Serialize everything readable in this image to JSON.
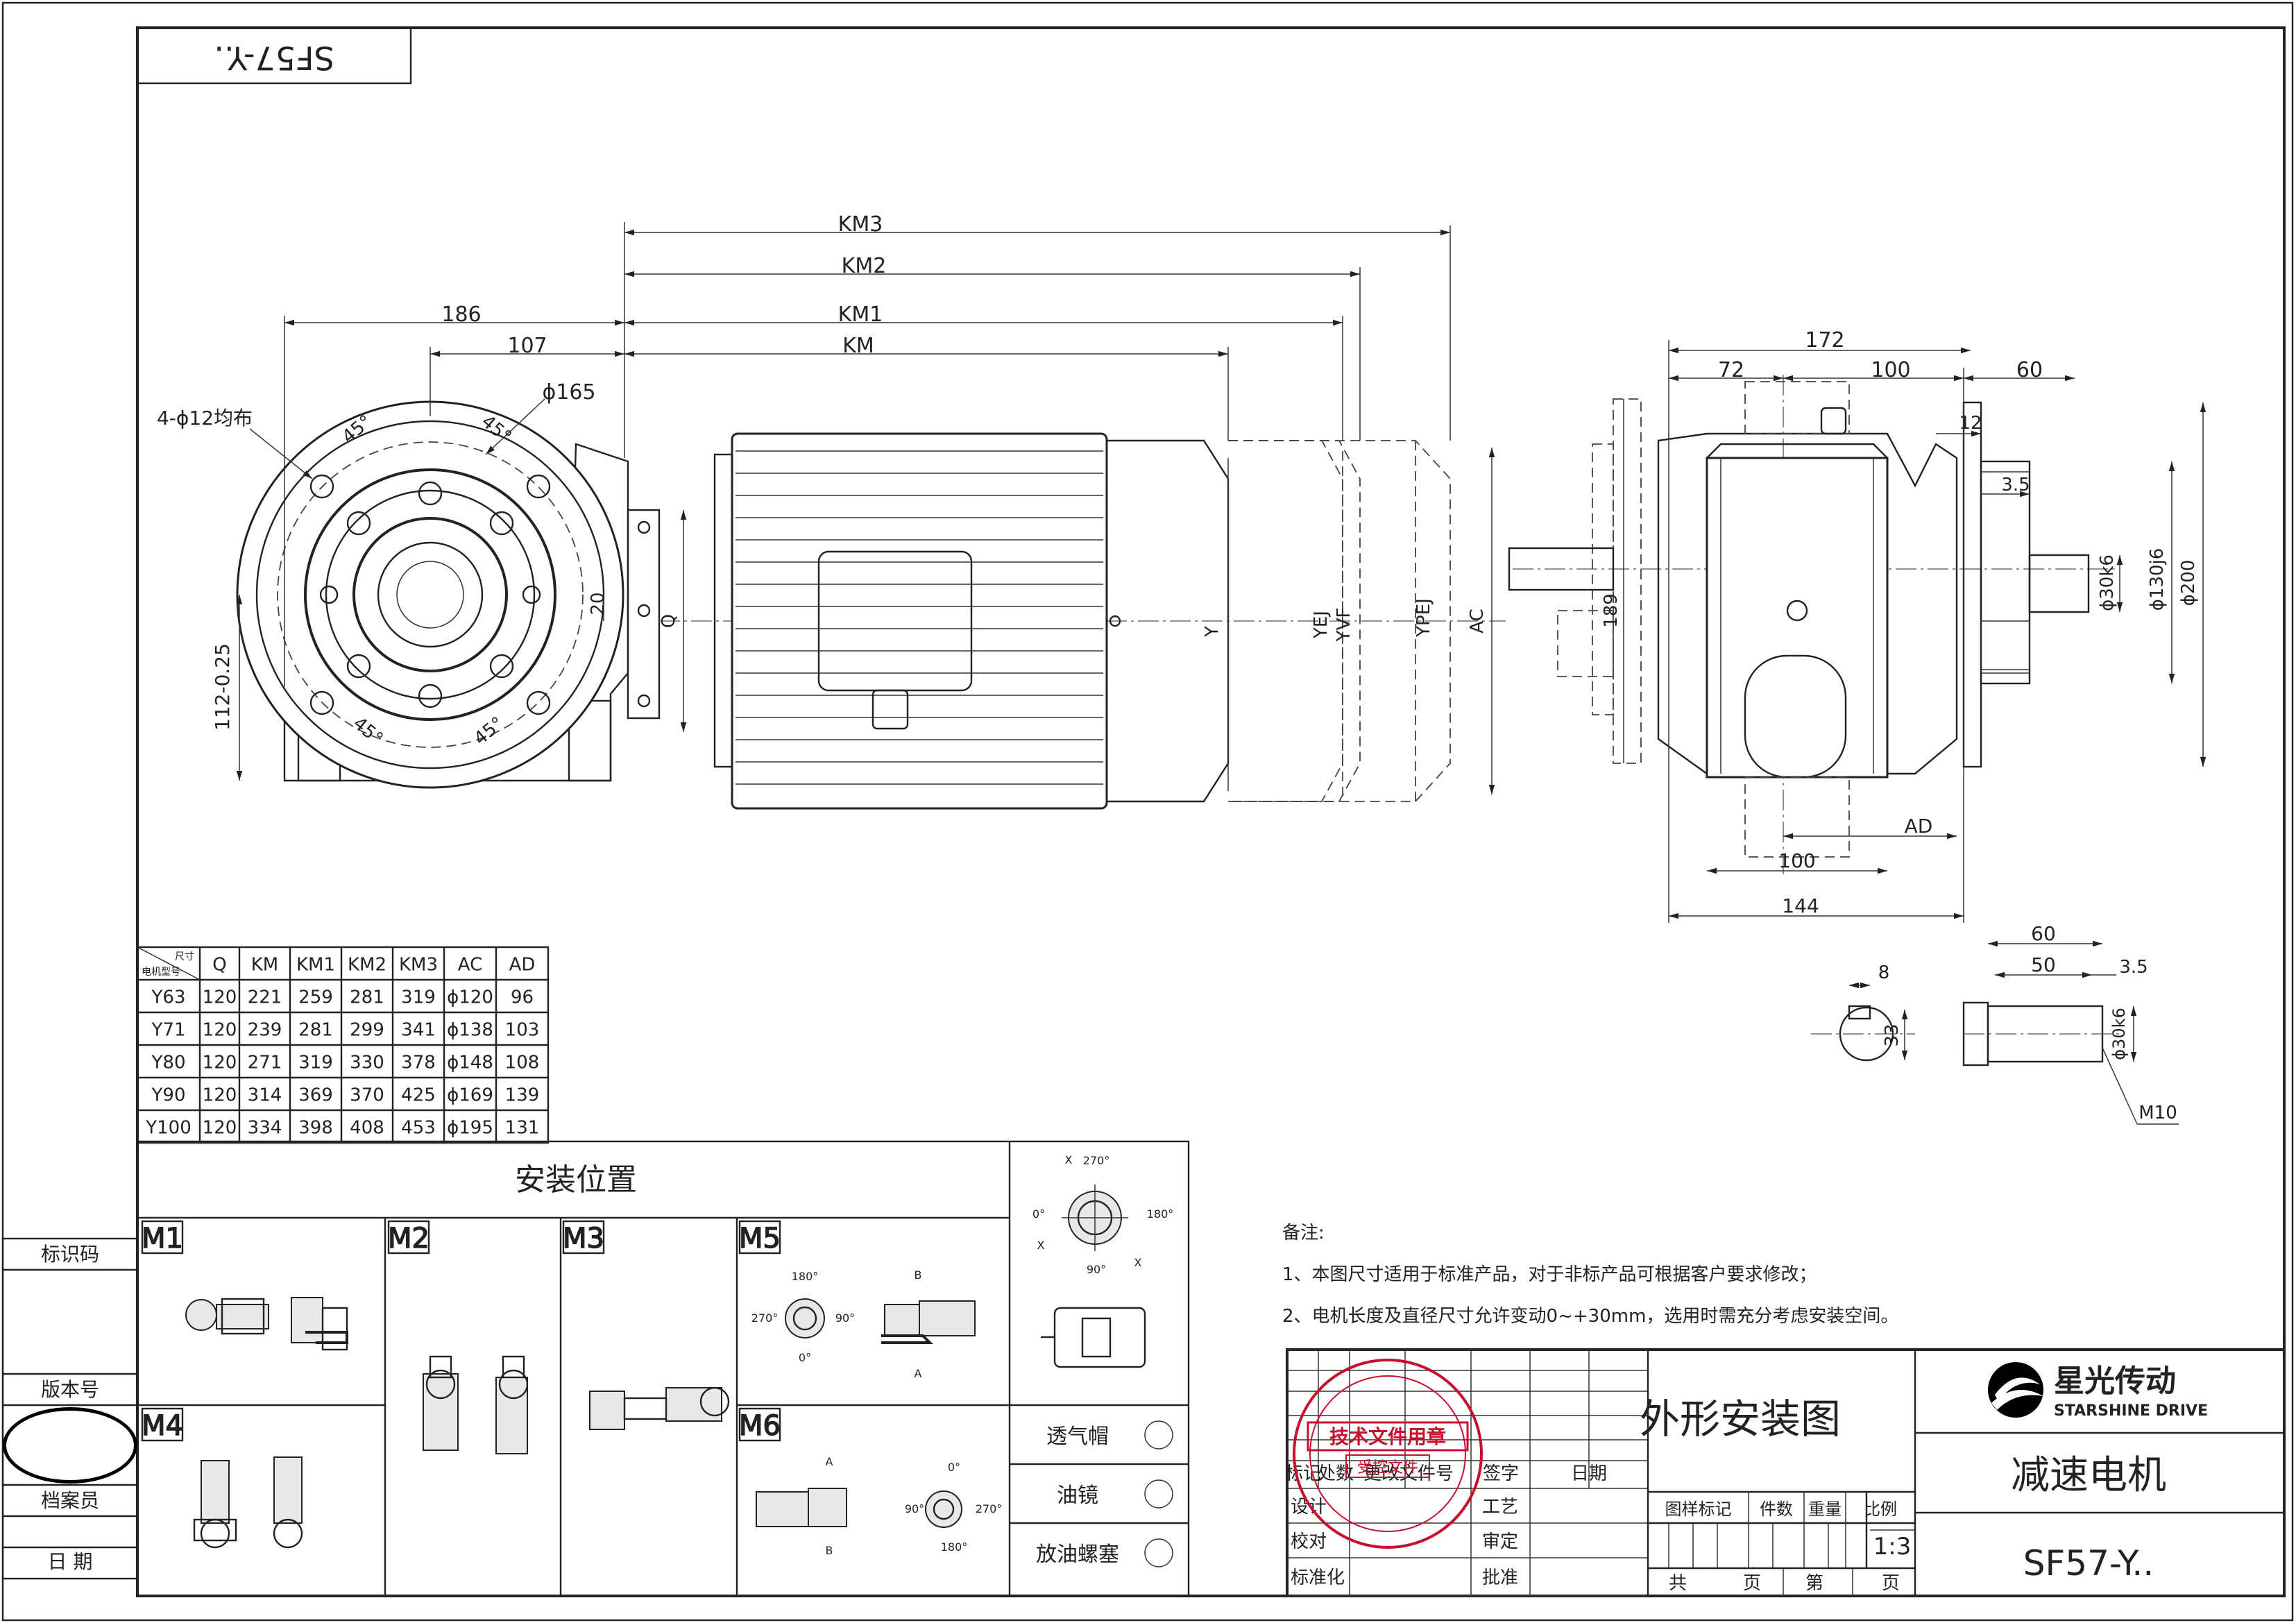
{
  "header_code": "SF57-Y..",
  "dims": {
    "km3": "KM3",
    "km2": "KM2",
    "km1": "KM1",
    "km": "KM",
    "d186": "186",
    "d107": "107",
    "phi165": "ϕ165",
    "holes": "4-ϕ12均布",
    "a45": "45°",
    "h112": "112-0.25",
    "d20": "20",
    "q": "Q",
    "y": "Y",
    "yej": "YEJ",
    "yvf": "YVF",
    "ypej": "YPEJ",
    "ac": "AC",
    "d189": "189",
    "d172": "172",
    "d72": "72",
    "d100": "100",
    "d60": "60",
    "d12": "12",
    "d3_5": "3.5",
    "phi30k6": "ϕ30k6",
    "phi130j6": "ϕ130j6",
    "phi200": "ϕ200",
    "ad": "AD",
    "d144": "144",
    "d8": "8",
    "d33": "33",
    "d50": "50",
    "m10": "M10"
  },
  "table": {
    "corner_top": "尺寸",
    "corner_bottom": "电机型号",
    "headers": [
      "Q",
      "KM",
      "KM1",
      "KM2",
      "KM3",
      "AC",
      "AD"
    ],
    "rows": [
      [
        "Y63",
        "120",
        "221",
        "259",
        "281",
        "319",
        "ϕ120",
        "96"
      ],
      [
        "Y71",
        "120",
        "239",
        "281",
        "299",
        "341",
        "ϕ138",
        "103"
      ],
      [
        "Y80",
        "120",
        "271",
        "319",
        "330",
        "378",
        "ϕ148",
        "108"
      ],
      [
        "Y90",
        "120",
        "314",
        "369",
        "370",
        "425",
        "ϕ169",
        "139"
      ],
      [
        "Y100",
        "120",
        "334",
        "398",
        "408",
        "453",
        "ϕ195",
        "131"
      ]
    ]
  },
  "mounting": {
    "title": "安装位置",
    "labels": [
      "M1",
      "M2",
      "M3",
      "M4",
      "M5",
      "M6"
    ],
    "angles": [
      "270°",
      "0°",
      "180°",
      "90°"
    ],
    "letters": [
      "X",
      "A",
      "B"
    ],
    "legend": [
      "透气帽",
      "油镜",
      "放油螺塞"
    ]
  },
  "notes": {
    "title": "备注:",
    "items": [
      "1、本图尺寸适用于标准产品，对于非标产品可根据客户要求修改；",
      "2、电机长度及直径尺寸允许变动0~+30mm，选用时需充分考虑安装空间。"
    ]
  },
  "left_strip": [
    "标识码",
    "版本号",
    "档案员",
    "日 期"
  ],
  "title_block": {
    "drawing_title": "外形安装图",
    "company_cn": "星光传动",
    "company_en": "STARSHINE DRIVE",
    "product": "减速电机",
    "model": "SF57-Y..",
    "scale": "1:3",
    "row_headers": [
      "标记",
      "处数",
      "更改文件号",
      "签字",
      "日期"
    ],
    "side_labels": [
      "设计",
      "校对",
      "标准化"
    ],
    "mid_labels": [
      "工艺",
      "审定",
      "批准"
    ],
    "info_headers": [
      "图样标记",
      "件数",
      "重量",
      "比例"
    ],
    "sheet_labels": [
      "共",
      "页",
      "第",
      "页"
    ],
    "stamp_top": "技术文件用章",
    "stamp_bottom": "受控文件"
  }
}
